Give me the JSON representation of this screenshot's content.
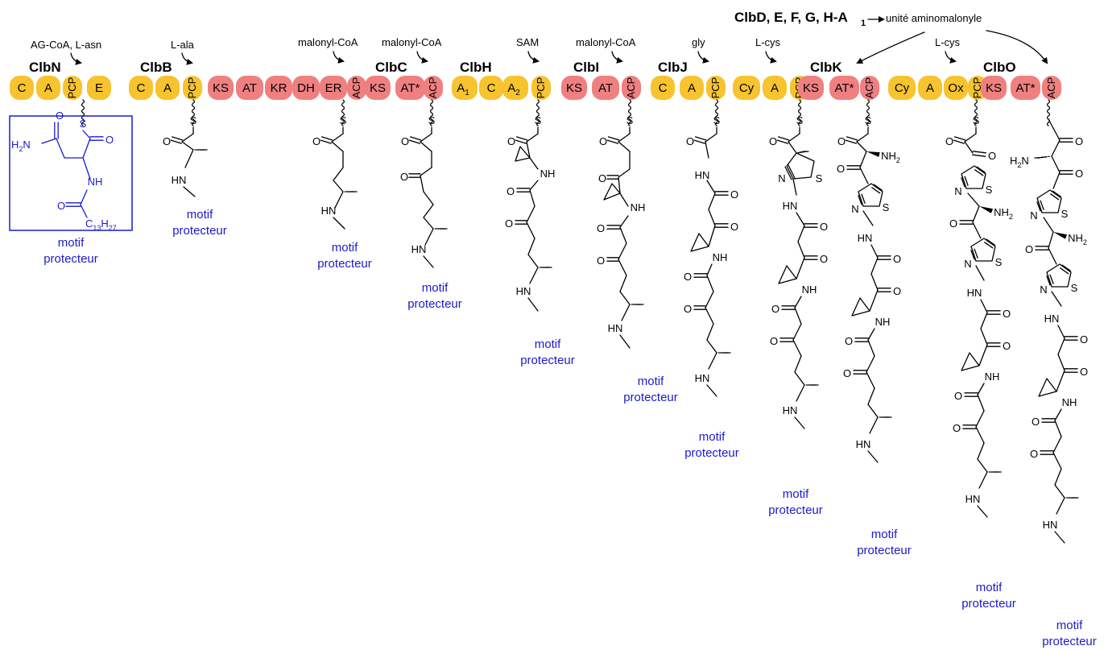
{
  "colors": {
    "nrps_domain": "#f7c32e",
    "pks_domain": "#f08080",
    "protecting_group": "#1b1bcc",
    "bond": "#000000"
  },
  "aminomalonyl_note": {
    "enzymes": "ClbD, E, F, G, H-A",
    "subscript": "1",
    "unit": "unité aminomalonyle"
  },
  "modules": [
    {
      "name": "ClbN",
      "substrate": "AG-CoA, L-asn",
      "domains": [
        "C",
        "A",
        "PCP",
        "E"
      ]
    },
    {
      "name": "ClbB",
      "substrate": "L-ala",
      "domains": [
        "C",
        "A",
        "PCP",
        "KS",
        "AT",
        "KR",
        "DH",
        "ER",
        "ACP"
      ]
    },
    {
      "name": "",
      "substrate": "malonyl-CoA",
      "domains": []
    },
    {
      "name": "ClbC",
      "substrate": "malonyl-CoA",
      "domains": [
        "KS",
        "AT*",
        "ACP"
      ]
    },
    {
      "name": "ClbH",
      "substrate": "SAM",
      "domains": [
        "A1",
        "C",
        "A2",
        "PCP"
      ]
    },
    {
      "name": "ClbI",
      "substrate": "malonyl-CoA",
      "domains": [
        "KS",
        "AT",
        "ACP"
      ]
    },
    {
      "name": "ClbJ",
      "substrate": "gly",
      "domains": [
        "C",
        "A",
        "PCP",
        "Cy",
        "A",
        "PCP"
      ]
    },
    {
      "name": "",
      "substrate": "L-cys",
      "domains": []
    },
    {
      "name": "ClbK",
      "substrate": "",
      "domains": [
        "KS",
        "AT*",
        "ACP",
        "Cy",
        "A",
        "Ox",
        "PCP"
      ]
    },
    {
      "name": "",
      "substrate": "L-cys",
      "domains": []
    },
    {
      "name": "ClbO",
      "substrate": "",
      "domains": [
        "KS",
        "AT*",
        "ACP"
      ]
    }
  ],
  "atom_labels": {
    "S": "S",
    "O": "O",
    "NH": "NH",
    "HN": "HN",
    "N": "N",
    "NH2": "NH",
    "H2N": "H",
    "sub2": "2",
    "C13H27": "C",
    "c_sub": "13",
    "h": "H",
    "h_sub": "27"
  },
  "protecting_motif": {
    "line1": "motif",
    "line2": "protecteur"
  }
}
